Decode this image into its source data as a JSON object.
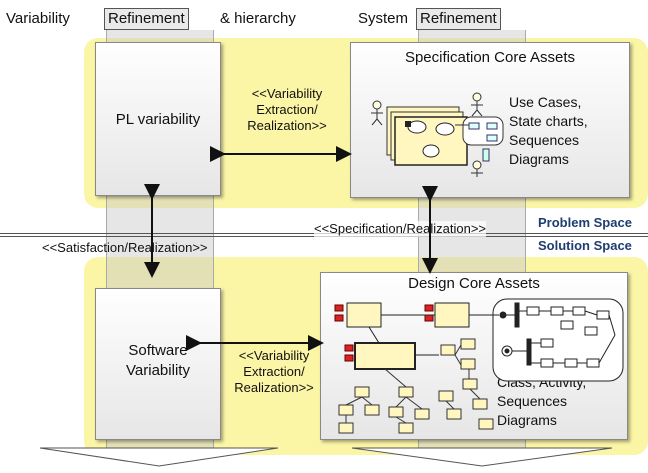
{
  "header": {
    "variability": "Variability",
    "refinement_left": "Refinement",
    "hierarchy": "& hierarchy",
    "system": "System",
    "refinement_right": "Refinement"
  },
  "pl_variability": {
    "label": "PL variability"
  },
  "spec_core_assets": {
    "title": "Specification Core Assets",
    "items": [
      "Use Cases,",
      "State charts,",
      "Sequences",
      "Diagrams"
    ]
  },
  "top_link": {
    "lines": [
      "<<Variability",
      "Extraction/",
      "Realization>>"
    ]
  },
  "spec_realization": "<<Specification/Realization>>",
  "problem_space": "Problem Space",
  "solution_space": "Solution Space",
  "satisfaction": "<<Satisfaction/Realization>>",
  "software_variability": {
    "lines": [
      "Software",
      "Variability"
    ]
  },
  "bottom_link": {
    "lines": [
      "<<Variability",
      "Extraction/",
      "Realization>>"
    ]
  },
  "design_core_assets": {
    "title": "Design Core Assets",
    "items": [
      "Class, Activity,",
      "Sequences",
      "Diagrams"
    ]
  },
  "colors": {
    "band": "#fbf5a6",
    "column": "#d9d9d9",
    "space_label": "#1f3d6e"
  }
}
